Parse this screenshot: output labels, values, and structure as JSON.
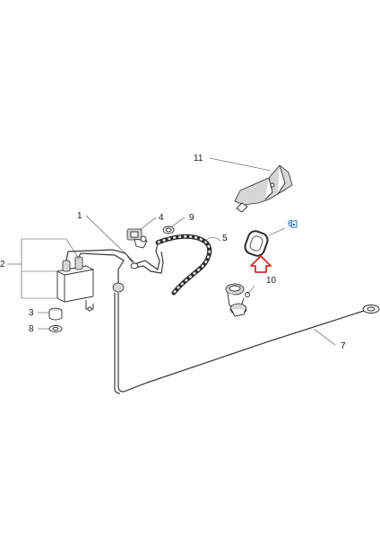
{
  "callouts": {
    "c1": "1",
    "c2": "2",
    "c3": "3",
    "c4": "4",
    "c5": "5",
    "c6": "6",
    "c7": "7",
    "c8": "8",
    "c9": "9",
    "c10": "10",
    "c11": "11"
  },
  "colors": {
    "highlight_arrow": "#d42a2a",
    "icon_blue": "#1d5fb0",
    "line": "#2b2b2b"
  }
}
